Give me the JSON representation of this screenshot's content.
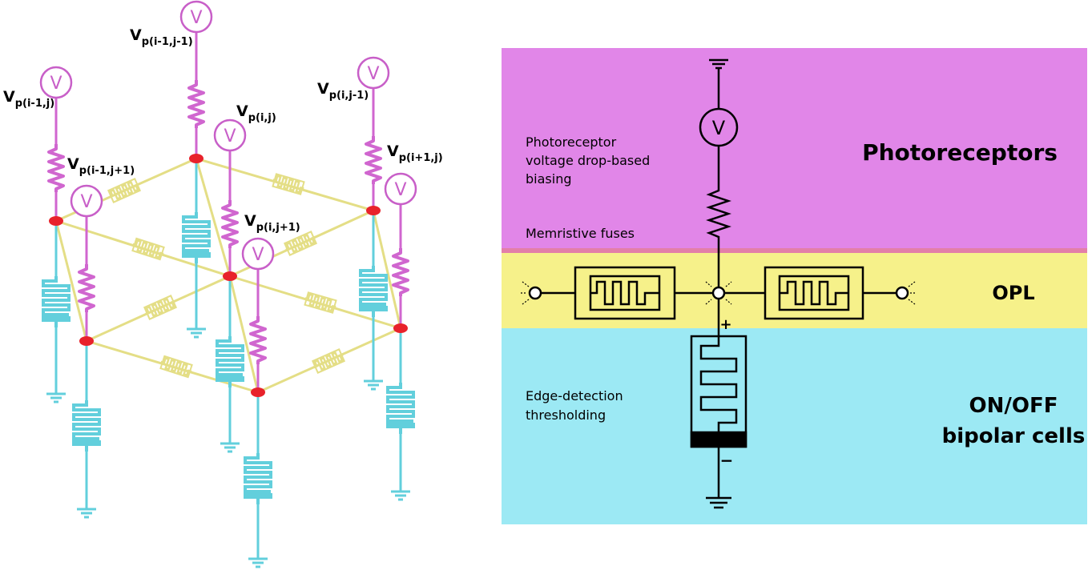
{
  "figure": {
    "voltmeter_symbol": "V",
    "nodes": [
      {
        "name": "V",
        "sub": "p(i-1,j-1)"
      },
      {
        "name": "V",
        "sub": "p(i-1,j)"
      },
      {
        "name": "V",
        "sub": "p(i,j)"
      },
      {
        "name": "V",
        "sub": "p(i,j-1)"
      },
      {
        "name": "V",
        "sub": "p(i-1,j+1)"
      },
      {
        "name": "V",
        "sub": "p(i+1,j)"
      },
      {
        "name": "V",
        "sub": "p(i,j+1)"
      }
    ]
  },
  "circuit": {
    "bands": {
      "photoreceptors": {
        "title": "Photoreceptors",
        "desc": [
          "Photoreceptor",
          "voltage drop-based",
          "biasing"
        ],
        "fuse_label": "Memristive fuses",
        "color": "#e186e8"
      },
      "opl": {
        "title": "OPL",
        "color": "#f6f18a"
      },
      "bipolar": {
        "title": [
          "ON/OFF",
          "bipolar cells"
        ],
        "desc": [
          "Edge-detection",
          "thresholding"
        ],
        "color": "#9ce9f4"
      }
    },
    "voltmeter_symbol": "V",
    "plus_sign": "+",
    "minus_sign": "−"
  },
  "colors": {
    "pink_wire": "#d066cf",
    "cyan_wire": "#62cfdc",
    "yellow_link": "#e4de86",
    "node_red": "#e8222b"
  }
}
